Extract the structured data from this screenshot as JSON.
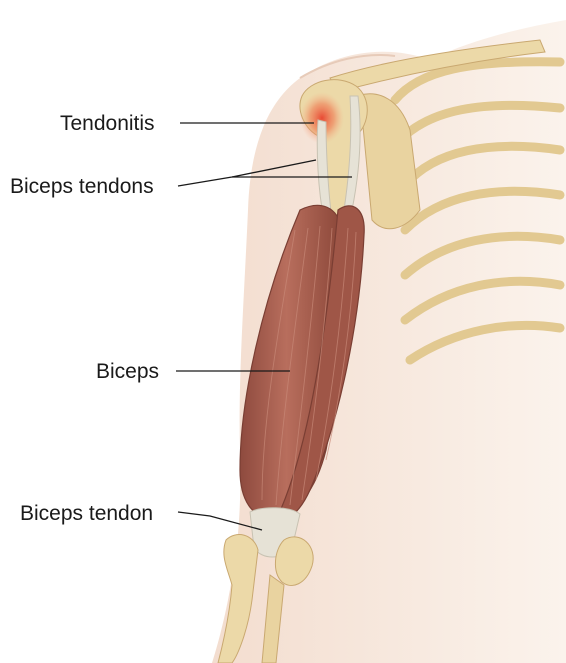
{
  "labels": {
    "tendonitis": "Tendonitis",
    "biceps_tendons": "Biceps tendons",
    "biceps": "Biceps",
    "biceps_tendon": "Biceps tendon"
  },
  "colors": {
    "skin": "#f6e8dc",
    "bone": "#ecd9a8",
    "muscle": "#a85e4f",
    "tendon": "#e6e2d6",
    "inflammation": "#e8432e"
  }
}
